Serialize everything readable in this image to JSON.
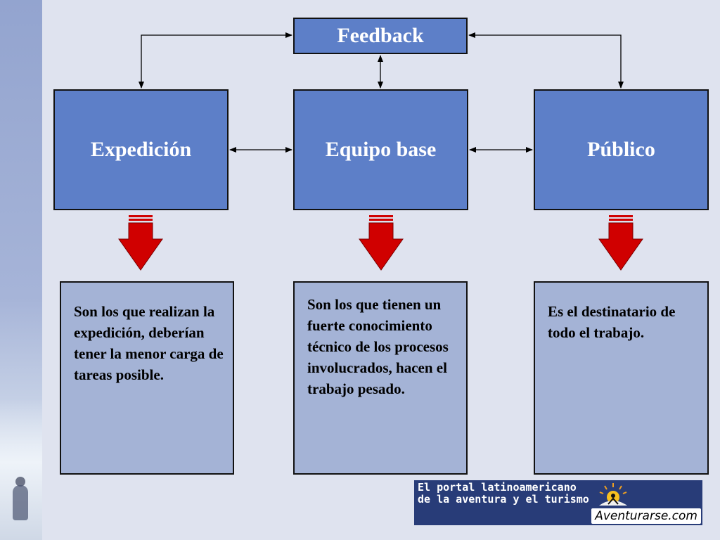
{
  "diagram": {
    "feedback": "Feedback",
    "nodes": [
      {
        "id": "expedicion",
        "title": "Expedición",
        "description": "Son los que realizan la expedición, deberían tener la menor carga de tareas posible."
      },
      {
        "id": "equipo",
        "title": "Equipo base",
        "description": "Son los que tienen un fuerte conocimiento técnico de los procesos involucrados, hacen el trabajo pesado."
      },
      {
        "id": "publico",
        "title": "Público",
        "description": "Es el destinatario de todo el trabajo."
      }
    ],
    "edges": [
      {
        "from": "expedicion",
        "to": "equipo",
        "type": "bidirectional"
      },
      {
        "from": "equipo",
        "to": "publico",
        "type": "bidirectional"
      },
      {
        "from": "feedback",
        "to": "expedicion",
        "type": "bidirectional"
      },
      {
        "from": "feedback",
        "to": "equipo",
        "type": "bidirectional"
      },
      {
        "from": "feedback",
        "to": "publico",
        "type": "bidirectional"
      }
    ]
  },
  "branding": {
    "tagline_line1": "El portal latinoamericano",
    "tagline_line2": "de la aventura y el turismo",
    "wordmark": "Aventurarse.com"
  },
  "colors": {
    "background": "#dfe3ef",
    "node_fill": "#5d7fc8",
    "description_fill": "#a4b3d6",
    "arrow_red": "#d00000"
  }
}
